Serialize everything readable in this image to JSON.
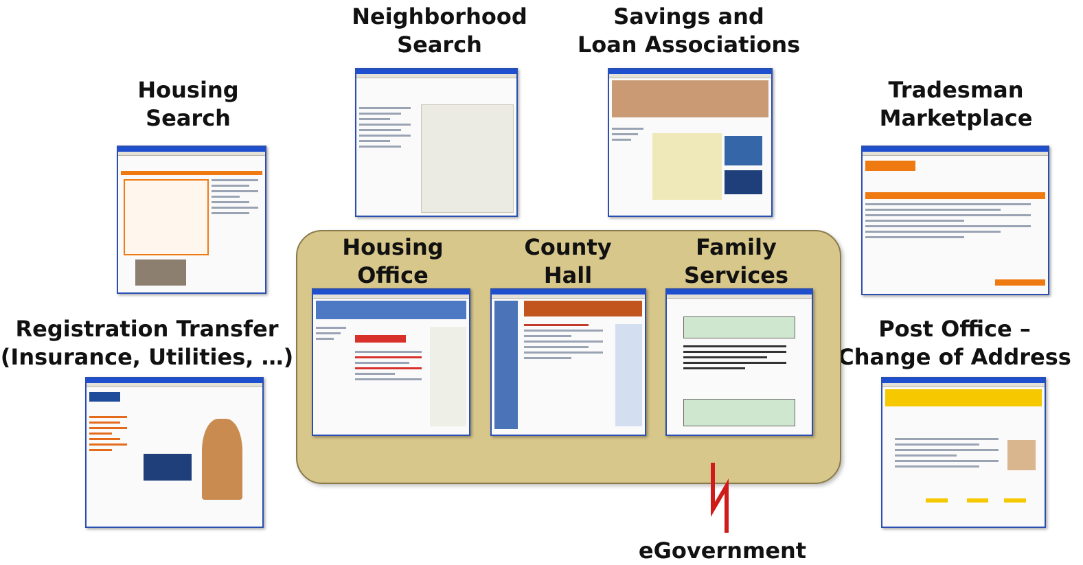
{
  "labels": {
    "neighborhood_search": [
      "Neighborhood",
      "Search"
    ],
    "savings_loan": [
      "Savings and",
      "Loan Associations"
    ],
    "housing_search": [
      "Housing",
      "Search"
    ],
    "tradesman_marketplace": [
      "Tradesman",
      "Marketplace"
    ],
    "registration_transfer": [
      "Registration Transfer",
      "(Insurance, Utilities, …)"
    ],
    "post_office": [
      "Post Office –",
      "Change of Address"
    ],
    "housing_office": [
      "Housing",
      "Office"
    ],
    "county_hall": [
      "County",
      "Hall"
    ],
    "family_services": [
      "Family",
      "Services"
    ],
    "egovernment": "eGovernment"
  },
  "colors": {
    "panel_fill": "#d8c78b",
    "bolt": "#d01b1b",
    "window_title_bar": "#1d4fcf",
    "orange_accent": "#f07a12",
    "yellow_accent": "#f5c800"
  },
  "icons": {
    "connector": "lightning-bolt-icon"
  }
}
